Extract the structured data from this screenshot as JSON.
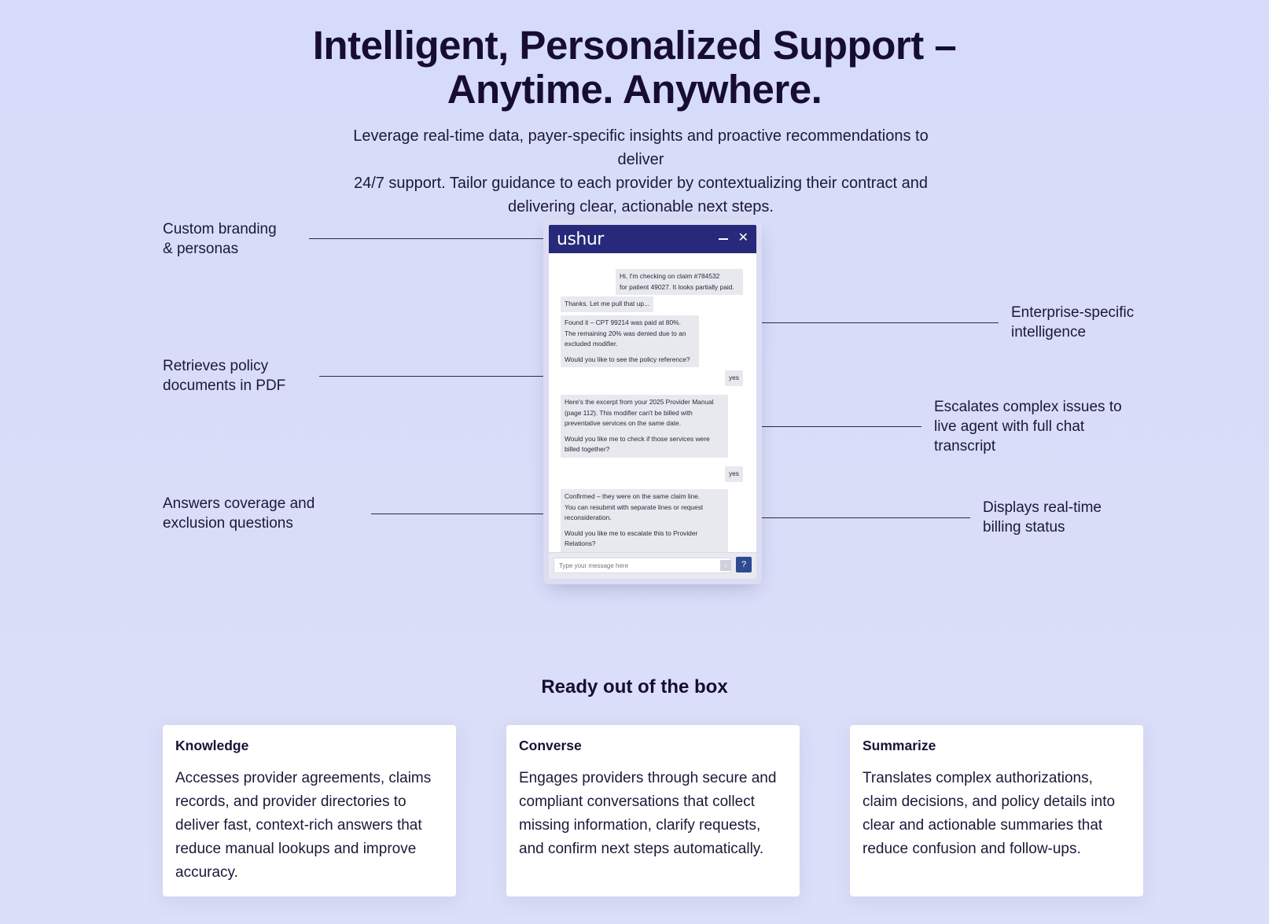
{
  "hero": {
    "title_line1": "Intelligent, Personalized Support –",
    "title_line2": "Anytime. Anywhere.",
    "subtitle_line1": "Leverage real-time data, payer-specific insights and proactive recommendations to deliver",
    "subtitle_line2": "24/7 support. Tailor guidance to each provider by contextualizing their contract and",
    "subtitle_line3": "delivering clear, actionable next steps."
  },
  "callouts": {
    "branding": [
      "Custom branding",
      "& personas"
    ],
    "policy": [
      "Retrieves policy",
      "documents in PDF"
    ],
    "coverage": [
      "Answers coverage and",
      "exclusion questions"
    ],
    "enterprise": [
      "Enterprise-specific",
      "intelligence"
    ],
    "escalates": [
      "Escalates complex issues to",
      "live agent with full chat",
      "transcript"
    ],
    "billing": [
      "Displays real-time",
      "billing status"
    ]
  },
  "chat": {
    "logo": "ushur",
    "minimize_icon": "minimize-icon",
    "close_icon": "close-icon",
    "close_glyph": "✕",
    "messages": [
      {
        "from": "user",
        "lines": [
          "Hi, I'm checking on claim #784532",
          "for patient 49027. It looks partially paid."
        ]
      },
      {
        "from": "bot",
        "lines": [
          "Thanks. Let me pull that up..."
        ]
      },
      {
        "from": "bot",
        "lines": [
          "Found it – CPT 99214 was paid at 80%.",
          "The remaining 20% was denied due to an",
          "excluded modifier."
        ],
        "lines2": [
          "Would you like to see the policy reference?"
        ]
      },
      {
        "from": "user",
        "lines": [
          "yes"
        ]
      },
      {
        "from": "bot",
        "lines": [
          "Here's the excerpt from your 2025 Provider Manual",
          "(page 112). This modifier can't be billed with",
          "preventative services on the same date."
        ],
        "lines2": [
          "Would you like me to check if those services were",
          "billed together?"
        ]
      },
      {
        "from": "user",
        "lines": [
          "yes"
        ]
      },
      {
        "from": "bot",
        "lines": [
          "Confirmed – they were on the same claim line.",
          "You can resubmit with separate lines or request",
          "reconsideration."
        ],
        "lines2": [
          "Would you like me to escalate this to Provider",
          "Relations?"
        ]
      }
    ],
    "input_placeholder": "Type your message here",
    "send_glyph": "↑",
    "help_glyph": "?"
  },
  "section": {
    "title": "Ready out of the box"
  },
  "cards": [
    {
      "title": "Knowledge",
      "lines": [
        "Accesses provider agreements, claims",
        "records, and provider directories to",
        "deliver fast, context-rich answers that",
        "reduce manual lookups and improve",
        "accuracy."
      ]
    },
    {
      "title": "Converse",
      "lines": [
        "Engages providers through secure and",
        "compliant conversations that collect",
        "missing information, clarify requests,",
        "and confirm next steps automatically."
      ]
    },
    {
      "title": "Summarize",
      "lines": [
        "Translates complex authorizations,",
        "claim decisions, and policy details into",
        "clear and actionable summaries that",
        "reduce confusion and follow-ups."
      ]
    }
  ]
}
